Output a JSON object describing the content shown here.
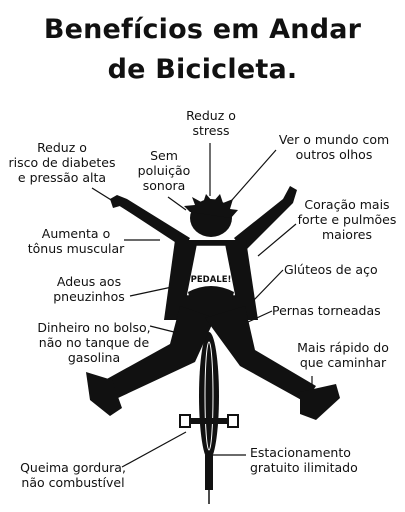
{
  "title": {
    "line1": "Benefícios em Andar",
    "line2": "de Bicicleta."
  },
  "shirt_text": "PEDALE!",
  "benefits": [
    {
      "text": "Reduz o\nstress"
    },
    {
      "text": "Reduz o\nrisco de diabetes\ne pressão alta"
    },
    {
      "text": "Sem\npoluição\nsonora"
    },
    {
      "text": "Ver o mundo com\noutros olhos"
    },
    {
      "text": "Coração mais\nforte e pulmões\nmaiores"
    },
    {
      "text": "Aumenta o\ntônus muscular"
    },
    {
      "text": "Glúteos de aço"
    },
    {
      "text": "Adeus aos\npneuzinhos"
    },
    {
      "text": "Pernas torneadas"
    },
    {
      "text": "Dinheiro no bolso,\nnão no tanque de\ngasolina"
    },
    {
      "text": "Mais rápido do\nque caminhar"
    },
    {
      "text": "Estacionamento\ngratuito ilimitado"
    },
    {
      "text": "Queima gordura,\nnão combustível"
    }
  ]
}
